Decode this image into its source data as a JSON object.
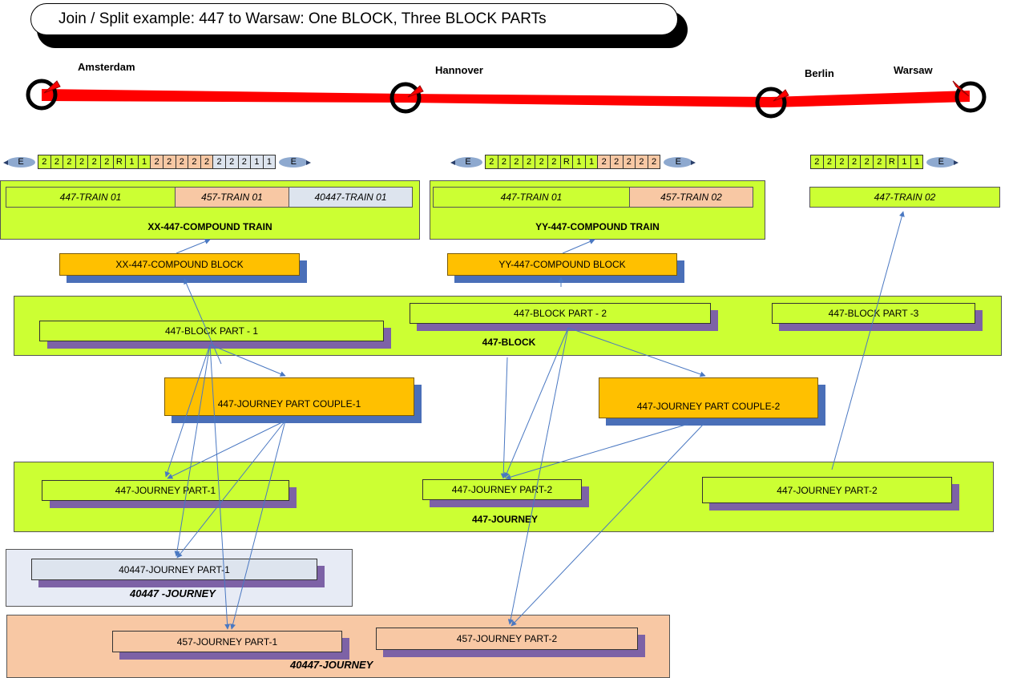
{
  "title": "Join / Split example:  447 to Warsaw: One BLOCK, Three BLOCK PARTs",
  "route": {
    "cities": [
      "Amsterdam",
      "Hannover",
      "Berlin",
      "Warsaw"
    ],
    "line_color": "#ff0000"
  },
  "consists": [
    {
      "loco_label": "E",
      "wagons": [
        "2",
        "2",
        "2",
        "2",
        "2",
        "2",
        "R",
        "1",
        "1",
        "2",
        "2",
        "2",
        "2",
        "2",
        "2",
        "2",
        "2",
        "1",
        "1"
      ]
    },
    {
      "loco_label": "E",
      "wagons": [
        "2",
        "2",
        "2",
        "2",
        "2",
        "2",
        "R",
        "1",
        "1",
        "2",
        "2",
        "2",
        "2",
        "2"
      ]
    },
    {
      "loco_label": "E",
      "wagons": [
        "2",
        "2",
        "2",
        "2",
        "2",
        "2",
        "R",
        "1",
        "1"
      ]
    }
  ],
  "trains": {
    "xx": {
      "cells": [
        "447-TRAIN 01",
        "457-TRAIN 01",
        "40447-TRAIN 01"
      ],
      "label": "XX-447-COMPOUND TRAIN"
    },
    "yy": {
      "cells": [
        "447-TRAIN 01",
        "457-TRAIN 02"
      ],
      "label": "YY-447-COMPOUND TRAIN"
    },
    "single": {
      "cells": [
        "447-TRAIN 02"
      ]
    }
  },
  "compound_blocks": [
    "XX-447-COMPOUND BLOCK",
    "YY-447-COMPOUND BLOCK"
  ],
  "block": {
    "label": "447-BLOCK",
    "parts": [
      "447-BLOCK PART - 1",
      "447-BLOCK PART - 2",
      "447-BLOCK PART -3"
    ]
  },
  "couples": [
    "447-JOURNEY PART COUPLE-1",
    "447-JOURNEY PART COUPLE-2"
  ],
  "journey": {
    "label": "447-JOURNEY",
    "parts": [
      "447-JOURNEY PART-1",
      "447-JOURNEY PART-2",
      "447-JOURNEY PART-2"
    ]
  },
  "journey_40447": {
    "label": "40447 -JOURNEY",
    "parts": [
      "40447-JOURNEY PART-1"
    ]
  },
  "journey_457": {
    "label": "40447-JOURNEY",
    "parts": [
      "457-JOURNEY PART-1",
      "457-JOURNEY PART-2"
    ]
  },
  "colors": {
    "green": "#ccff33",
    "orange": "#ffc000",
    "salmon": "#f8c8a4",
    "grey_blue": "#dde4ee",
    "arrow": "#4a78c2",
    "shadow_blue": "#4a6fb8",
    "shadow_purple": "#7d62a6"
  }
}
